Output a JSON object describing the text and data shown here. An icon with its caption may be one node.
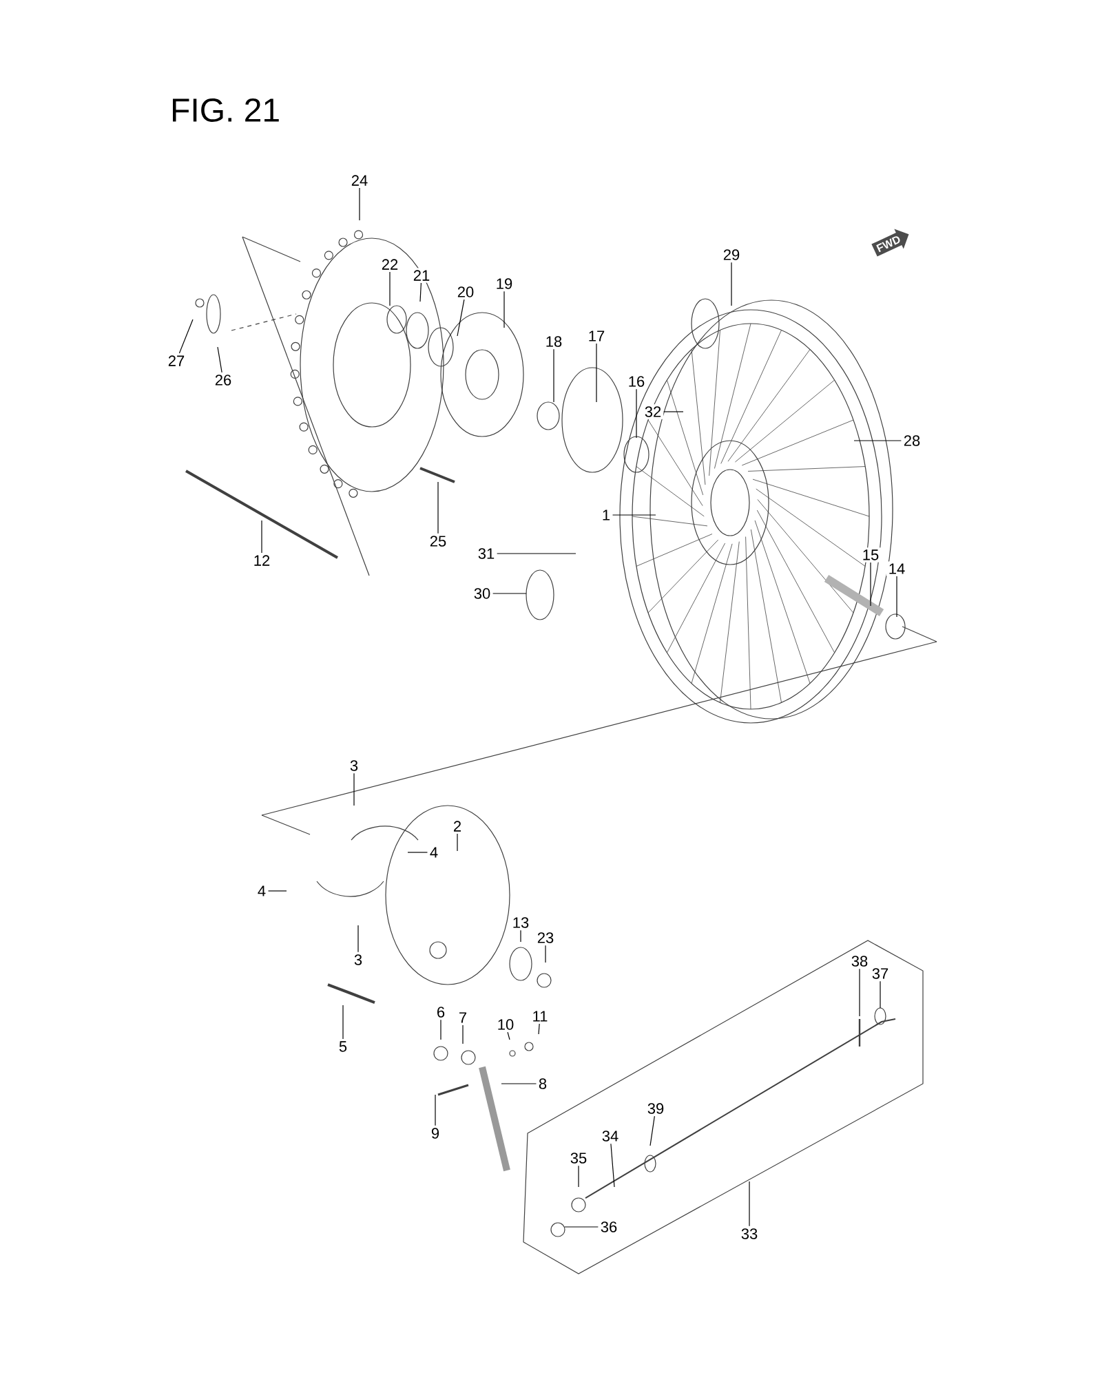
{
  "diagram": {
    "title": "FIG. 21",
    "nodes": [
      {
        "text": [
          "24"
        ]
      },
      {
        "text": [
          "22"
        ]
      },
      {
        "text": [
          "21"
        ]
      },
      {
        "text": [
          "20"
        ]
      },
      {
        "text": [
          "19"
        ]
      },
      {
        "text": [
          "18"
        ]
      },
      {
        "text": [
          "17"
        ]
      },
      {
        "text": [
          "16"
        ]
      },
      {
        "text": [
          "27"
        ]
      },
      {
        "text": [
          "26"
        ]
      },
      {
        "text": [
          "25"
        ]
      },
      {
        "text": [
          "12"
        ]
      },
      {
        "text": [
          "32"
        ]
      },
      {
        "text": [
          "29"
        ]
      },
      {
        "text": [
          "28"
        ]
      },
      {
        "text": [
          "1"
        ]
      },
      {
        "text": [
          "31"
        ]
      },
      {
        "text": [
          "30"
        ]
      },
      {
        "text": [
          "15"
        ]
      },
      {
        "text": [
          "14"
        ]
      },
      {
        "text": [
          "3"
        ]
      },
      {
        "text": [
          "2"
        ]
      },
      {
        "text": [
          "4"
        ]
      },
      {
        "text": [
          "4"
        ]
      },
      {
        "text": [
          "3"
        ]
      },
      {
        "text": [
          "13"
        ]
      },
      {
        "text": [
          "23"
        ]
      },
      {
        "text": [
          "5"
        ]
      },
      {
        "text": [
          "6"
        ]
      },
      {
        "text": [
          "7"
        ]
      },
      {
        "text": [
          "10"
        ]
      },
      {
        "text": [
          "11"
        ]
      },
      {
        "text": [
          "8"
        ]
      },
      {
        "text": [
          "9"
        ]
      },
      {
        "text": [
          "38"
        ]
      },
      {
        "text": [
          "37"
        ]
      },
      {
        "text": [
          "39"
        ]
      },
      {
        "text": [
          "34"
        ]
      },
      {
        "text": [
          "35"
        ]
      },
      {
        "text": [
          "36"
        ]
      },
      {
        "text": [
          "33"
        ]
      }
    ],
    "edges": [
      {
        "from": 0,
        "to": null,
        "arrow": "none"
      },
      {
        "from": 1,
        "to": null,
        "arrow": "none"
      },
      {
        "from": 2,
        "to": null,
        "arrow": "none"
      },
      {
        "from": 3,
        "to": null,
        "arrow": "none"
      },
      {
        "from": 4,
        "to": null,
        "arrow": "none"
      },
      {
        "from": 5,
        "to": null,
        "arrow": "none"
      },
      {
        "from": 6,
        "to": null,
        "arrow": "none"
      },
      {
        "from": 7,
        "to": null,
        "arrow": "none"
      },
      {
        "from": 8,
        "to": null,
        "arrow": "none"
      },
      {
        "from": 9,
        "to": null,
        "arrow": "none"
      },
      {
        "from": 10,
        "to": null,
        "arrow": "none"
      },
      {
        "from": 11,
        "to": null,
        "arrow": "none"
      },
      {
        "from": 12,
        "to": null,
        "arrow": "none"
      },
      {
        "from": 13,
        "to": null,
        "arrow": "none"
      },
      {
        "from": 14,
        "to": null,
        "arrow": "none"
      },
      {
        "from": 15,
        "to": null,
        "arrow": "none"
      },
      {
        "from": 16,
        "to": null,
        "arrow": "none"
      },
      {
        "from": 17,
        "to": null,
        "arrow": "none"
      },
      {
        "from": 18,
        "to": null,
        "arrow": "none"
      },
      {
        "from": 19,
        "to": null,
        "arrow": "none"
      },
      {
        "from": 20,
        "to": null,
        "arrow": "none"
      },
      {
        "from": 21,
        "to": null,
        "arrow": "none"
      },
      {
        "from": 22,
        "to": null,
        "arrow": "none"
      },
      {
        "from": 23,
        "to": null,
        "arrow": "none"
      },
      {
        "from": 24,
        "to": null,
        "arrow": "none"
      },
      {
        "from": 25,
        "to": null,
        "arrow": "none"
      },
      {
        "from": 26,
        "to": null,
        "arrow": "none"
      },
      {
        "from": 27,
        "to": null,
        "arrow": "none"
      },
      {
        "from": 28,
        "to": null,
        "arrow": "none"
      },
      {
        "from": 29,
        "to": null,
        "arrow": "none"
      },
      {
        "from": 30,
        "to": null,
        "arrow": "none"
      },
      {
        "from": 31,
        "to": null,
        "arrow": "none"
      },
      {
        "from": 32,
        "to": null,
        "arrow": "none"
      },
      {
        "from": 33,
        "to": null,
        "arrow": "none"
      },
      {
        "from": 34,
        "to": null,
        "arrow": "none"
      },
      {
        "from": 35,
        "to": null,
        "arrow": "none"
      },
      {
        "from": 36,
        "to": null,
        "arrow": "none"
      },
      {
        "from": 37,
        "to": null,
        "arrow": "none"
      },
      {
        "from": 38,
        "to": null,
        "arrow": "none"
      },
      {
        "from": 39,
        "to": null,
        "arrow": "none"
      },
      {
        "from": 40,
        "to": null,
        "arrow": "none"
      }
    ],
    "labels": [
      "FWD"
    ]
  }
}
